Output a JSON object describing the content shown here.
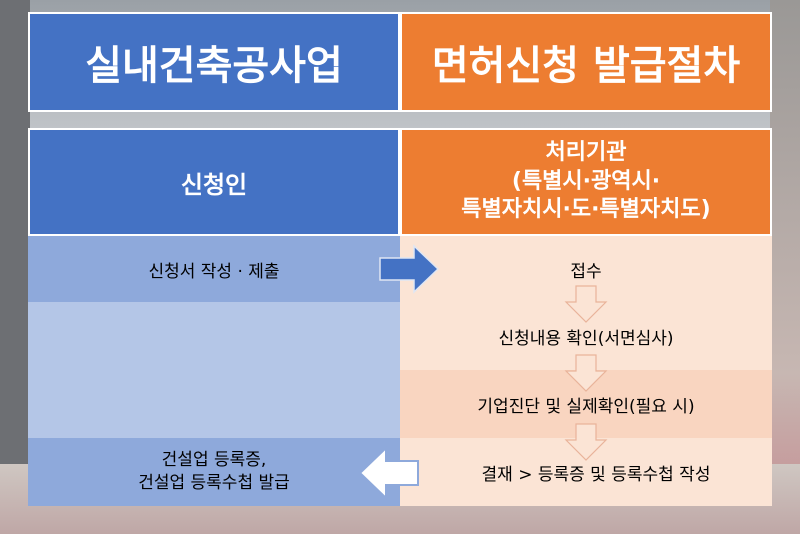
{
  "title": {
    "left": "실내건축공사업",
    "right": "면허신청 발급절차"
  },
  "columns": {
    "applicant": "신청인",
    "agency_line1": "처리기관",
    "agency_line2": "(특별시·광역시·",
    "agency_line3": "특별자치시·도·특별자치도)"
  },
  "steps": {
    "submit": "신청서 작성 · 제출",
    "receive": "접수",
    "review": "신청내용 확인(서면심사)",
    "diagnosis": "기업진단 및 실제확인(필요 시)",
    "approve": "결재 > 등록증 및 등록수첩 작성",
    "issue_line1": "건설업 등록증,",
    "issue_line2": "건설업 등록수첩 발급"
  },
  "colors": {
    "blue": "#4472c4",
    "orange": "#ed7d31",
    "light_blue": "#8ea9db",
    "peach": "#fbe4d5"
  }
}
